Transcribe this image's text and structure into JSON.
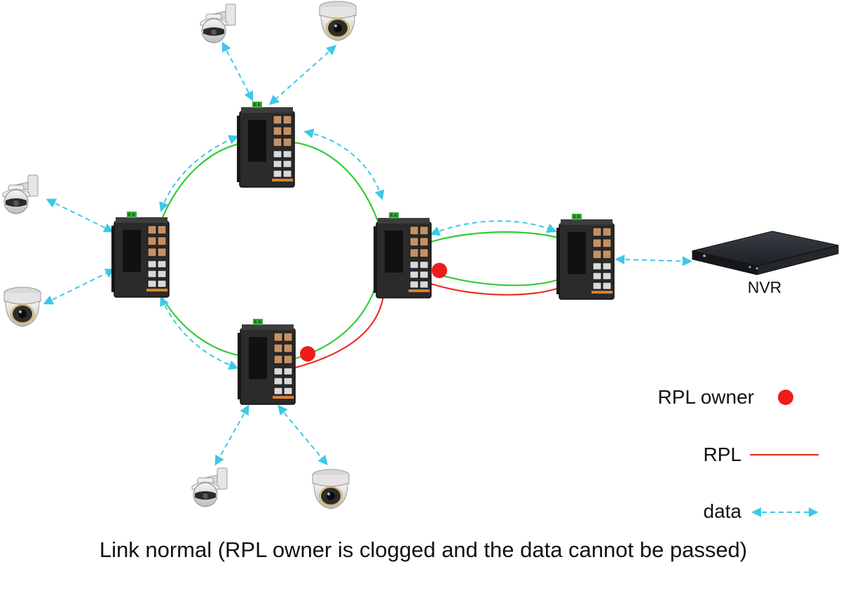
{
  "labels": {
    "nvr": "NVR",
    "legend_rpl_owner": "RPL owner",
    "legend_rpl": "RPL",
    "legend_data": "data",
    "caption": "Link normal (RPL owner is clogged and the data cannot be passed)"
  },
  "colors": {
    "ring_link": "#33cc33",
    "rpl_link": "#e8301f",
    "rpl_owner": "#ee1c1c",
    "data_flow": "#3cc8e6",
    "switch_body": "#2b2b2b",
    "switch_port": "#d8a070",
    "terminal": "#3aa63a"
  },
  "icons": [
    "ptz-camera-icon",
    "dome-camera-icon",
    "industrial-switch-icon",
    "nvr-recorder-icon"
  ]
}
